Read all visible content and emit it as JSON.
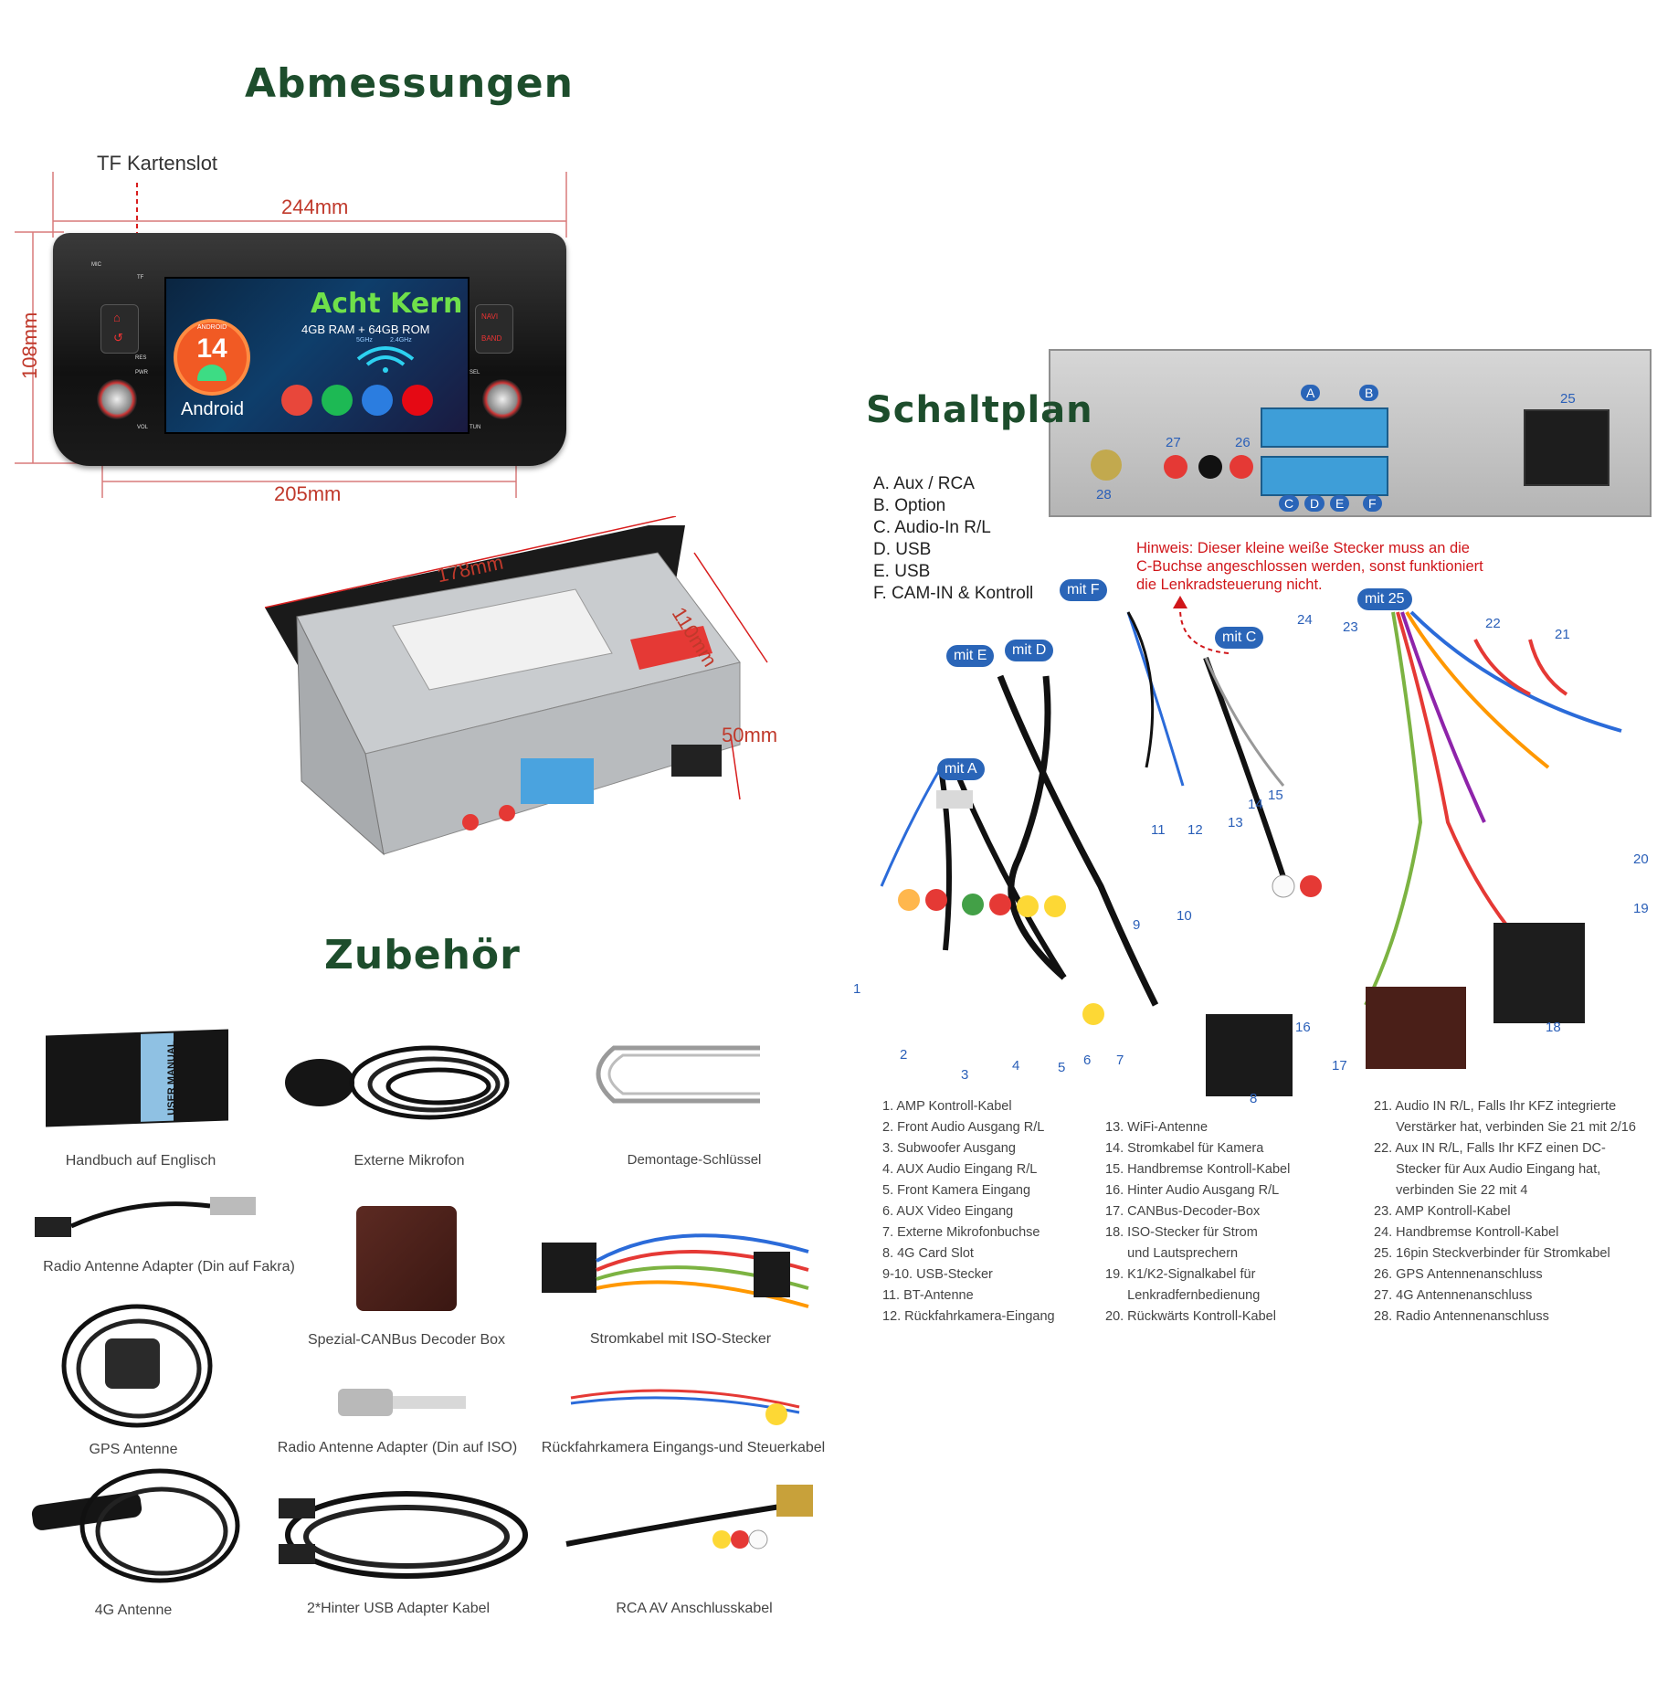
{
  "dimensions": {
    "title": "Abmessungen",
    "tf_label": "TF Kartenslot",
    "width_top": "244mm",
    "width_bottom": "205mm",
    "height": "108mm",
    "depth": "178mm",
    "depth_side": "110mm",
    "thickness": "50mm"
  },
  "radio_screen": {
    "headline": "Acht Kern",
    "spec": "4GB RAM + 64GB ROM",
    "wifi_left": "5GHz",
    "wifi_right": "2.4GHz",
    "android_number": "14",
    "android_ring": "ANDROID",
    "android_label": "Android",
    "buttons_left": [
      "MIC",
      "TF",
      "RES",
      "PWR",
      "VOL"
    ],
    "buttons_right": [
      "NAVI",
      "BAND",
      "SEL",
      "TUN"
    ]
  },
  "accessories": {
    "title": "Zubehör",
    "items": [
      "Handbuch auf Englisch",
      "Externe Mikrofon",
      "Demontage-Schlüssel",
      "Radio Antenne Adapter (Din auf Fakra)",
      "Spezial-CANBus Decoder Box",
      "Stromkabel mit ISO-Stecker",
      "GPS Antenne",
      "Radio Antenne Adapter (Din auf ISO)",
      "Rückfahrkamera Eingangs-und Steuerkabel",
      "4G Antenne",
      "2*Hinter USB Adapter Kabel",
      "RCA AV Anschlusskabel"
    ],
    "manual_label": "USER MANUAL"
  },
  "wiring": {
    "title": "Schaltplan",
    "connectors": [
      "A. Aux / RCA",
      "B. Option",
      "C. Audio-In R/L",
      "D. USB",
      "E. USB",
      "F. CAM-IN & Kontroll"
    ],
    "hint": [
      "Hinweis: Dieser kleine weiße Stecker muss an die",
      "C-Buchse angeschlossen werden, sonst funktioniert",
      "die Lenkradsteuerung nicht."
    ],
    "badges": [
      "mit F",
      "mit E",
      "mit D",
      "mit C",
      "mit A",
      "mit 25"
    ],
    "port_letters": [
      "A",
      "B",
      "C",
      "D",
      "E",
      "F"
    ],
    "port_numbers": [
      "25",
      "27",
      "26",
      "28"
    ],
    "legend_col1": [
      "1.  AMP Kontroll-Kabel",
      "2.  Front Audio Ausgang R/L",
      "3.  Subwoofer Ausgang",
      "4.  AUX Audio Eingang R/L",
      "5.  Front Kamera Eingang",
      "6.  AUX Video Eingang",
      "7.  Externe Mikrofonbuchse",
      "8.  4G Card Slot",
      "9-10. USB-Stecker",
      "11. BT-Antenne",
      "12. Rückfahrkamera-Eingang"
    ],
    "legend_col2": [
      "13. WiFi-Antenne",
      "14. Stromkabel für Kamera",
      "15. Handbremse Kontroll-Kabel",
      "16. Hinter Audio Ausgang R/L",
      "17. CANBus-Decoder-Box",
      "18. ISO-Stecker für Strom",
      "      und Lautsprechern",
      "19. K1/K2-Signalkabel für",
      "      Lenkradfernbedienung",
      "20. Rückwärts Kontroll-Kabel"
    ],
    "legend_col3": [
      "21. Audio IN R/L, Falls Ihr KFZ integrierte",
      "      Verstärker hat, verbinden Sie 21 mit 2/16",
      "22. Aux IN R/L, Falls Ihr KFZ einen DC-",
      "      Stecker für Aux Audio Eingang hat,",
      "      verbinden Sie 22 mit 4",
      "23. AMP Kontroll-Kabel",
      "24. Handbremse Kontroll-Kabel",
      "25. 16pin Steckverbinder für Stromkabel",
      "26. GPS Antennenanschluss",
      "27. 4G Antennenanschluss",
      "28. Radio Antennenanschluss"
    ],
    "cable_numbers": [
      "1",
      "2",
      "3",
      "4",
      "5",
      "6",
      "7",
      "8",
      "9",
      "10",
      "11",
      "12",
      "13",
      "14",
      "15",
      "16",
      "17",
      "18",
      "19",
      "20",
      "21",
      "22",
      "23",
      "24"
    ]
  },
  "colors": {
    "title_green": "#1d4d2c",
    "dimension_red": "#c0392b",
    "badge_blue": "#2a65b8",
    "hint_red": "#d0161a"
  }
}
